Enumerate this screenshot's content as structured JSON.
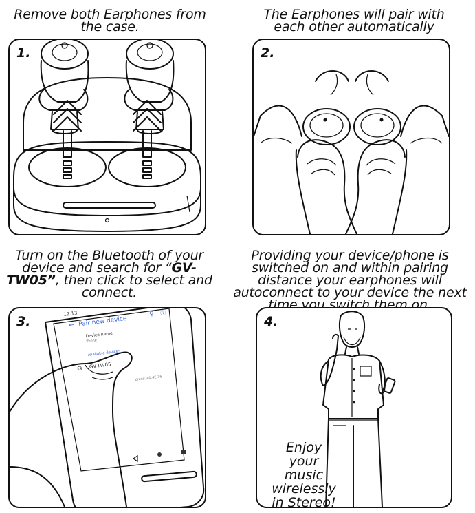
{
  "captions": {
    "step1": "Remove both Earphones from the case.",
    "step2": "The Earphones will pair with each other automatically",
    "step3_pre": "Turn on the Bluetooth of your device and search for “",
    "step3_bold": "GV-TW05”",
    "step3_post": ", then click to select and connect.",
    "step4": "Providing your device/phone is switched on and within pairing distance your earphones will autoconnect to your device the next time you switch them on."
  },
  "panels": {
    "p1": "1.",
    "p2": "2.",
    "p3": "3.",
    "p4": "4."
  },
  "phone": {
    "time": "12:13",
    "header": "Pair new device",
    "device_name_label": "Device name",
    "device_name_value": "Phone",
    "available_label": "Available devices",
    "device_item": "GV-TW05",
    "address_fragment": "dress: 40:4E:36"
  },
  "enjoy_text": "Enjoy your music wirelessly in Stereo!"
}
